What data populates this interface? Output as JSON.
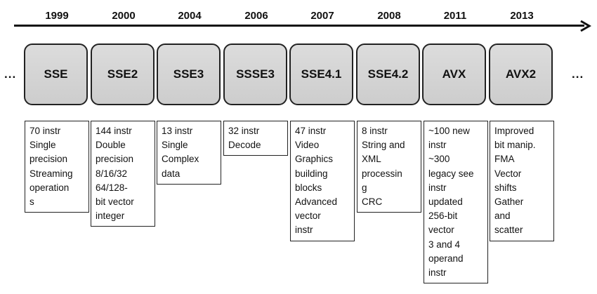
{
  "timeline": {
    "left_ellipsis": "...",
    "right_ellipsis": "...",
    "entries": [
      {
        "year": "1999",
        "name": "SSE",
        "details": "70 instr\nSingle\nprecision\nStreaming\noperation\ns"
      },
      {
        "year": "2000",
        "name": "SSE2",
        "details": "144 instr\nDouble\nprecision\n8/16/32\n64/128-\nbit vector\ninteger"
      },
      {
        "year": "2004",
        "name": "SSE3",
        "details": "13 instr\nSingle\nComplex\ndata"
      },
      {
        "year": "2006",
        "name": "SSSE3",
        "details": "32 instr\nDecode"
      },
      {
        "year": "2007",
        "name": "SSE4.1",
        "details": "47 instr\nVideo\nGraphics\nbuilding\nblocks\nAdvanced\nvector\ninstr"
      },
      {
        "year": "2008",
        "name": "SSE4.2",
        "details": "8 instr\nString and\nXML\nprocessin\ng\nCRC"
      },
      {
        "year": "2011",
        "name": "AVX",
        "details": "~100 new\ninstr\n~300\nlegacy see\ninstr\nupdated\n256-bit\nvector\n3 and 4\noperand\ninstr"
      },
      {
        "year": "2013",
        "name": "AVX2",
        "details": "Improved\nbit manip.\nFMA\nVector\nshifts\nGather\nand\nscatter"
      }
    ]
  }
}
